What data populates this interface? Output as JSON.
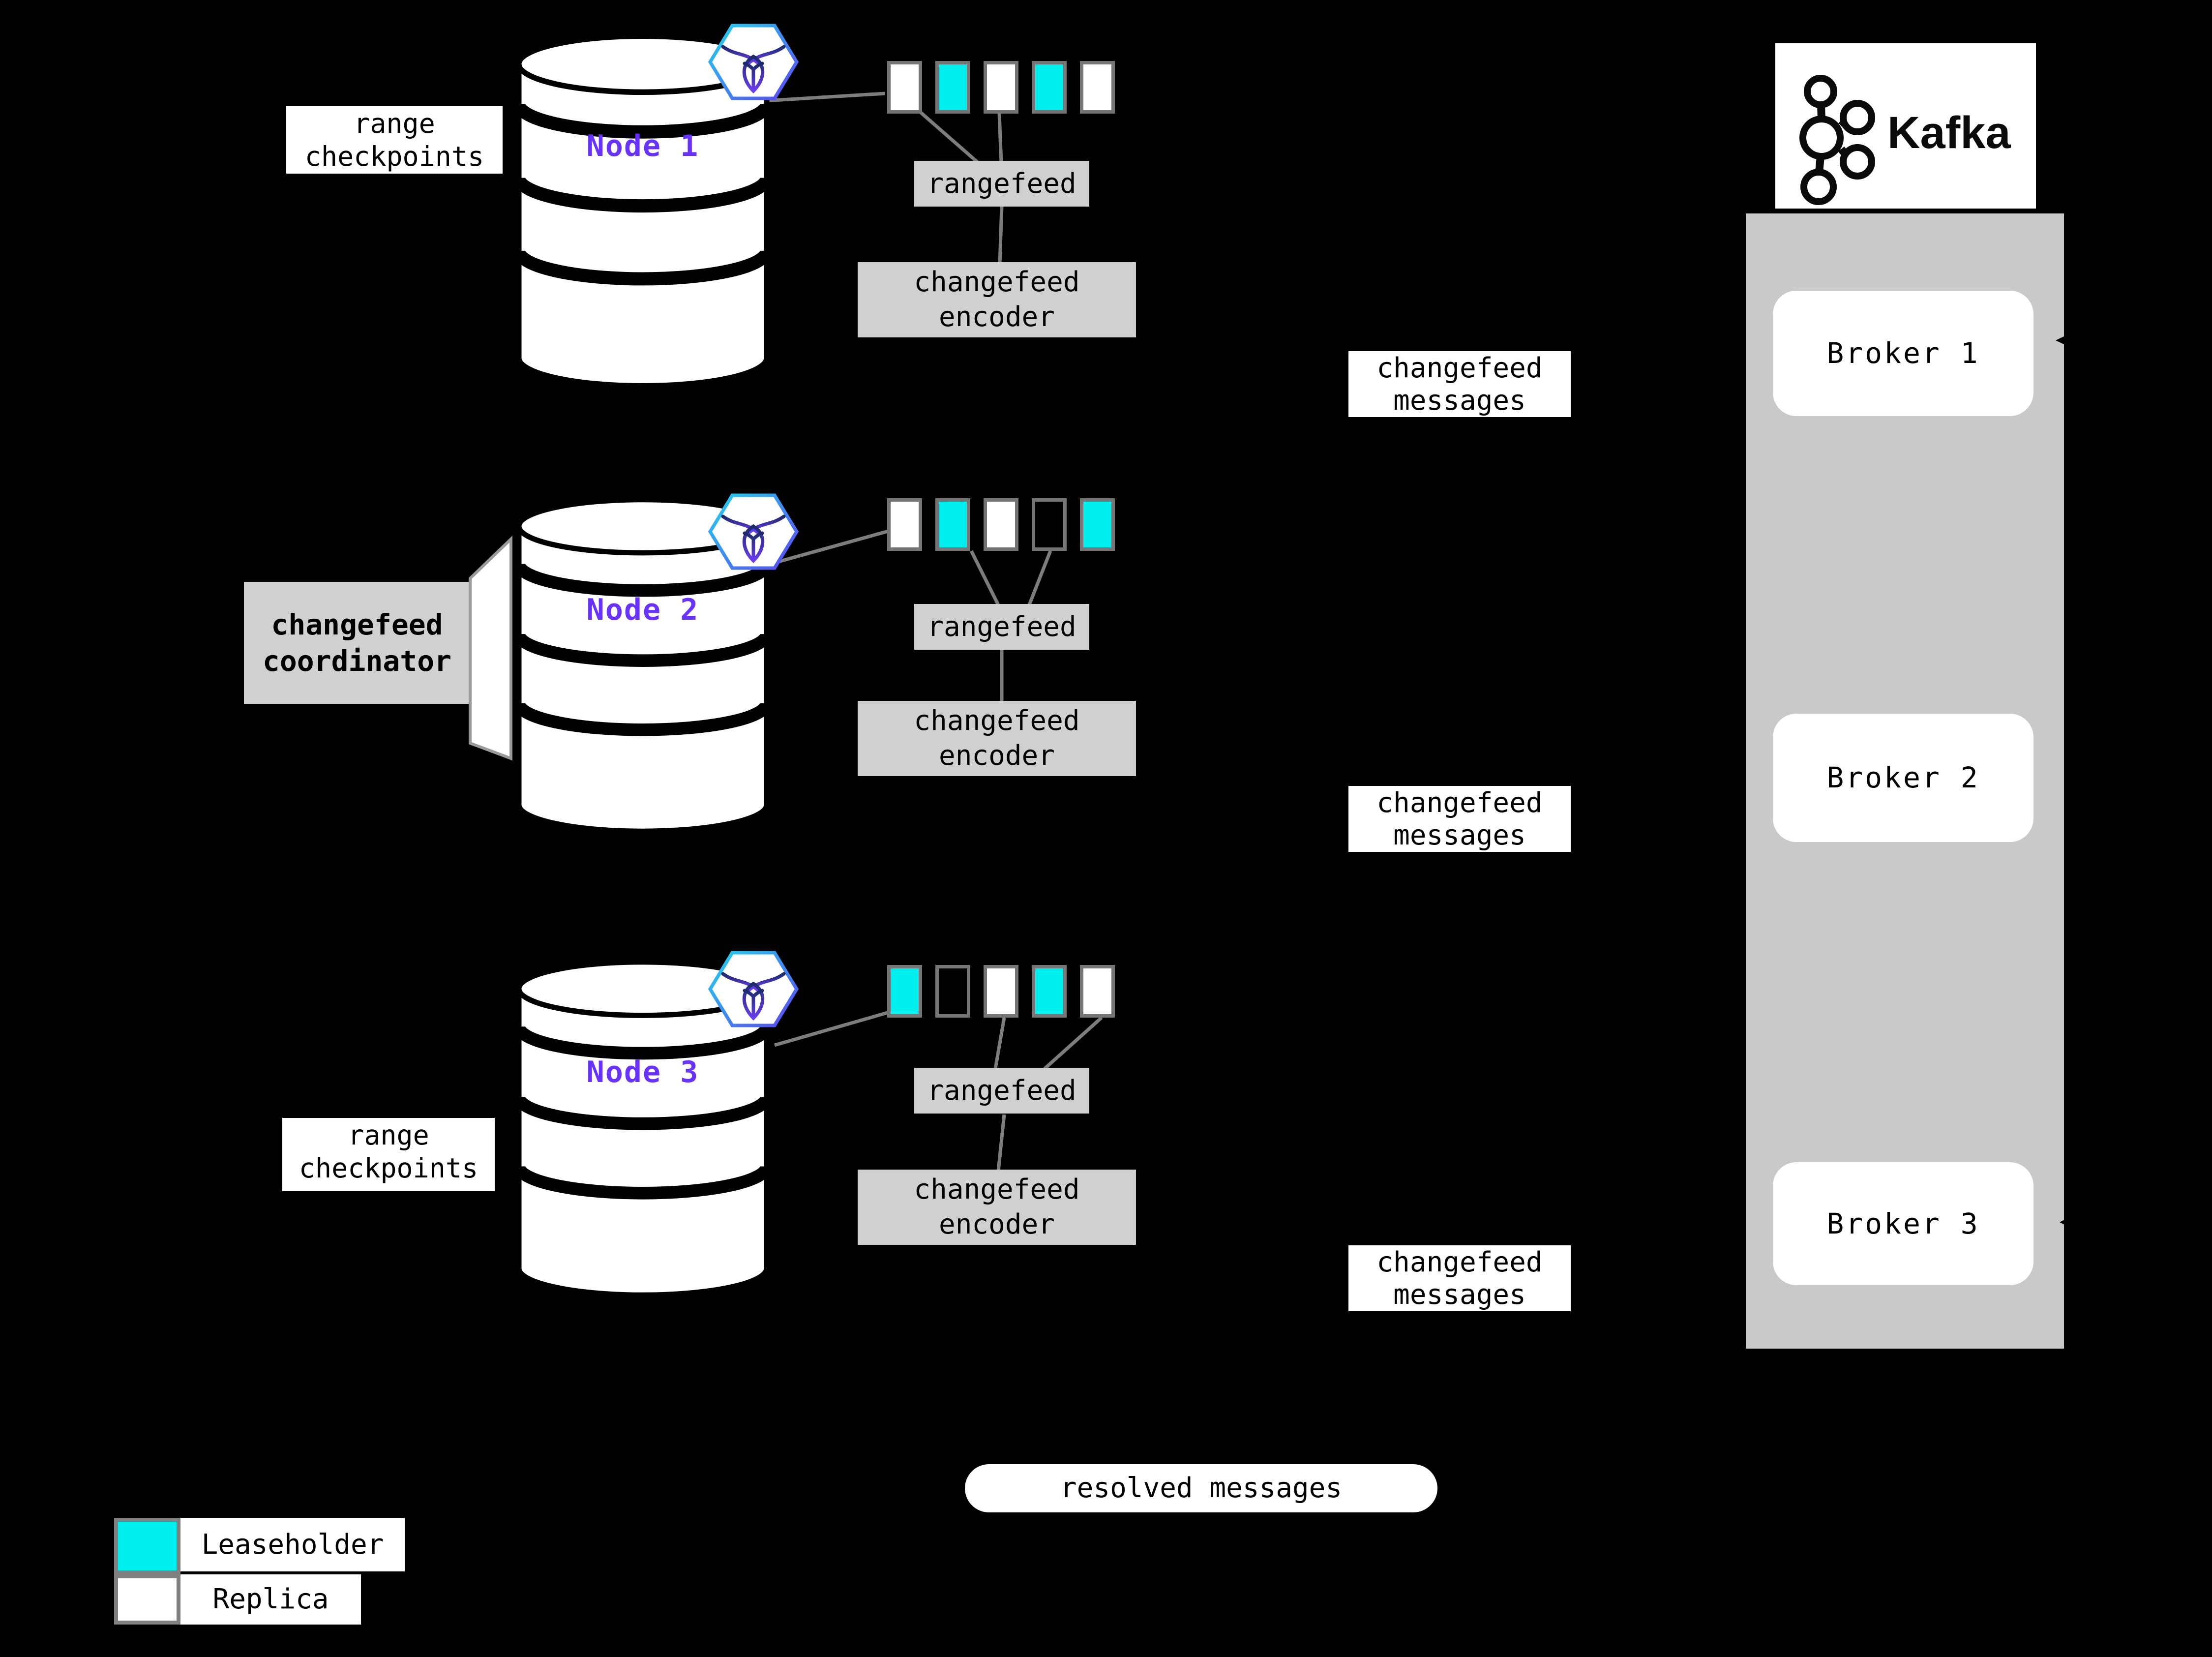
{
  "node_groups": [
    {
      "node": "Node 1",
      "ranges": [
        "replica",
        "leaseholder",
        "replica",
        "leaseholder",
        "replica"
      ],
      "rangefeed": "rangefeed",
      "encoder_l1": "changefeed",
      "encoder_l2": "encoder",
      "messages_l1": "changefeed",
      "messages_l2": "messages"
    },
    {
      "node": "Node 2",
      "ranges": [
        "replica",
        "leaseholder",
        "replica",
        "empty",
        "leaseholder"
      ],
      "rangefeed": "rangefeed",
      "encoder_l1": "changefeed",
      "encoder_l2": "encoder",
      "messages_l1": "changefeed",
      "messages_l2": "messages"
    },
    {
      "node": "Node 3",
      "ranges": [
        "leaseholder",
        "empty",
        "replica",
        "leaseholder",
        "replica"
      ],
      "rangefeed": "rangefeed",
      "encoder_l1": "changefeed",
      "encoder_l2": "encoder",
      "messages_l1": "changefeed",
      "messages_l2": "messages"
    }
  ],
  "checkpoints_label": {
    "l1": "range",
    "l2": "checkpoints"
  },
  "coordinator": {
    "l1": "changefeed",
    "l2": "coordinator"
  },
  "resolved_messages": "resolved messages",
  "kafka": {
    "brand": "Kafka",
    "brokers": [
      "Broker 1",
      "Broker 2",
      "Broker 3"
    ]
  },
  "legend": {
    "leaseholder": "Leaseholder",
    "replica": "Replica"
  },
  "icons": {
    "node_badge": "cockroachdb-logo",
    "kafka_logo": "kafka-logo",
    "arrowhead": "left-arrowhead"
  },
  "colors": {
    "background": "#000000",
    "leaseholder": "#00efef",
    "replica": "#ffffff",
    "empty_range": "#000000",
    "node_label": "#6933ff",
    "gray_box": "#d0d0d0",
    "kafka_panel": "#c9c9c9",
    "connector_gray": "#7d7d7d",
    "hex_gradient_start": "#24d3ee",
    "hex_gradient_end": "#5b45f0"
  }
}
